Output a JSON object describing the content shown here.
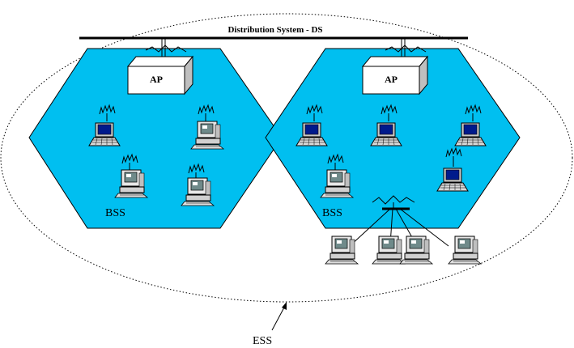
{
  "distribution_system": {
    "label": "Distribution System - DS"
  },
  "access_points": [
    {
      "label": "AP"
    },
    {
      "label": "AP"
    }
  ],
  "cells": [
    {
      "label": "BSS"
    },
    {
      "label": "BSS"
    }
  ],
  "ess": {
    "label": "ESS"
  },
  "colors": {
    "cell_fill": "#00BFF0",
    "ap_face": "#FFFFFF",
    "ap_side": "#BFBFBF",
    "line": "#000000",
    "laptop_screen": "#001A8C",
    "desktop_body": "#E8E8E8"
  },
  "icons": {
    "laptop": "laptop-icon",
    "desktop": "desktop-icon",
    "antenna": "antenna-icon"
  }
}
